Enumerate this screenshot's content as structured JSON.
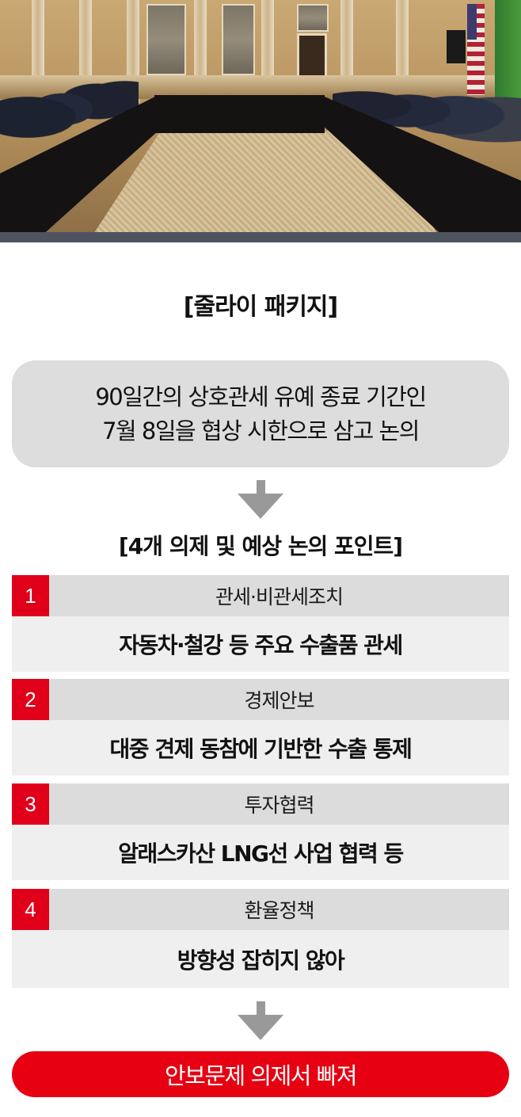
{
  "photo": {
    "description": "Korea-US trade consultation meeting at a long U-shaped conference table in an ornate marble hall, with a US flag and a green flag on the right",
    "icon": "photo-image"
  },
  "title": "[줄라이 패키지]",
  "summary": {
    "line1": "90일간의 상호관세 유예 종료 기간인",
    "line2": "7월 8일을 협상 시한으로 삼고 논의"
  },
  "arrows": [
    {
      "icon": "down-arrow-icon",
      "color": "#999999"
    },
    {
      "icon": "down-arrow-icon",
      "color": "#999999"
    }
  ],
  "agenda_title": "[4개 의제 및 예상 논의 포인트]",
  "agenda": [
    {
      "number": "1",
      "topic": "관세·비관세조치",
      "detail": "자동차·철강 등 주요 수출품 관세"
    },
    {
      "number": "2",
      "topic": "경제안보",
      "detail": "대중 견제 동참에 기반한 수출 통제"
    },
    {
      "number": "3",
      "topic": "투자협력",
      "detail": "알래스카산 LNG선 사업 협력 등"
    },
    {
      "number": "4",
      "topic": "환율정책",
      "detail": "방향성 잡히지 않아"
    }
  ],
  "conclusion": "안보문제 의제서 빠져",
  "colors": {
    "accent_red": "#e0001a",
    "pill_red": "#e60012",
    "summary_bg": "#dddddd",
    "item_head_bg": "#dcdcdc",
    "item_body_bg": "#efefef",
    "arrow_gray": "#999999"
  }
}
